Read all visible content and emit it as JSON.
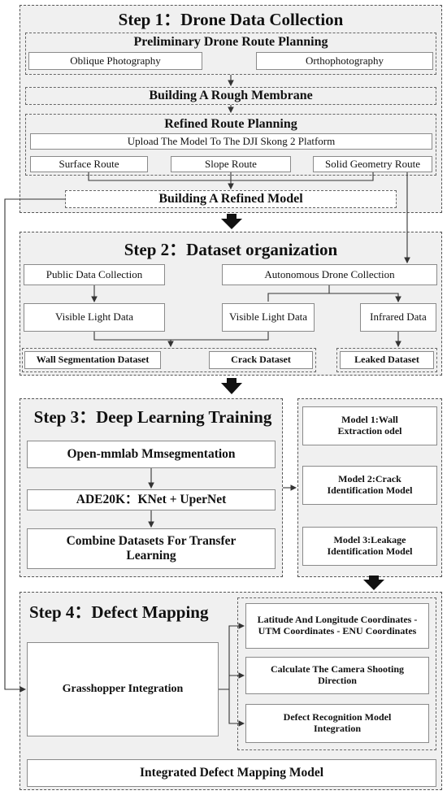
{
  "step1": {
    "title": "Step 1：Drone Data Collection",
    "preliminary": {
      "title": "Preliminary Drone Route Planning",
      "oblique": "Oblique Photography",
      "ortho": "Orthophotography"
    },
    "rough_membrane": "Building A Rough Membrane",
    "refined": {
      "title": "Refined Route Planning",
      "upload": "Upload The Model To The DJI Skong 2 Platform",
      "surface": "Surface Route",
      "slope": "Slope Route",
      "solid": "Solid Geometry Route"
    },
    "refined_model": "Building A Refined Model"
  },
  "step2": {
    "title": "Step 2：Dataset organization",
    "public_collection": "Public Data Collection",
    "autonomous_collection": "Autonomous Drone Collection",
    "visible_light_1": "Visible Light Data",
    "visible_light_2": "Visible Light Data",
    "infrared": "Infrared Data",
    "wall_dataset": "Wall Segmentation Dataset",
    "crack_dataset": "Crack Dataset",
    "leaked_dataset": "Leaked Dataset"
  },
  "step3": {
    "title": "Step 3：Deep Learning Training",
    "mmseg": "Open-mmlab Mmsegmentation",
    "ade": "ADE20K：KNet + UperNet",
    "combine": "Combine Datasets For Transfer Learning",
    "model1": "Model 1:Wall Extraction odel",
    "model2": "Model 2:Crack Identification Model",
    "model3": "Model 3:Leakage Identification Model"
  },
  "step4": {
    "title": "Step 4：Defect Mapping",
    "grasshopper": "Grasshopper Integration",
    "coords": "Latitude And Longitude Coordinates -UTM Coordinates - ENU Coordinates",
    "camera": "Calculate The Camera Shooting Direction",
    "defect_model": "Defect Recognition Model Integration",
    "integrated": "Integrated Defect Mapping Model"
  }
}
